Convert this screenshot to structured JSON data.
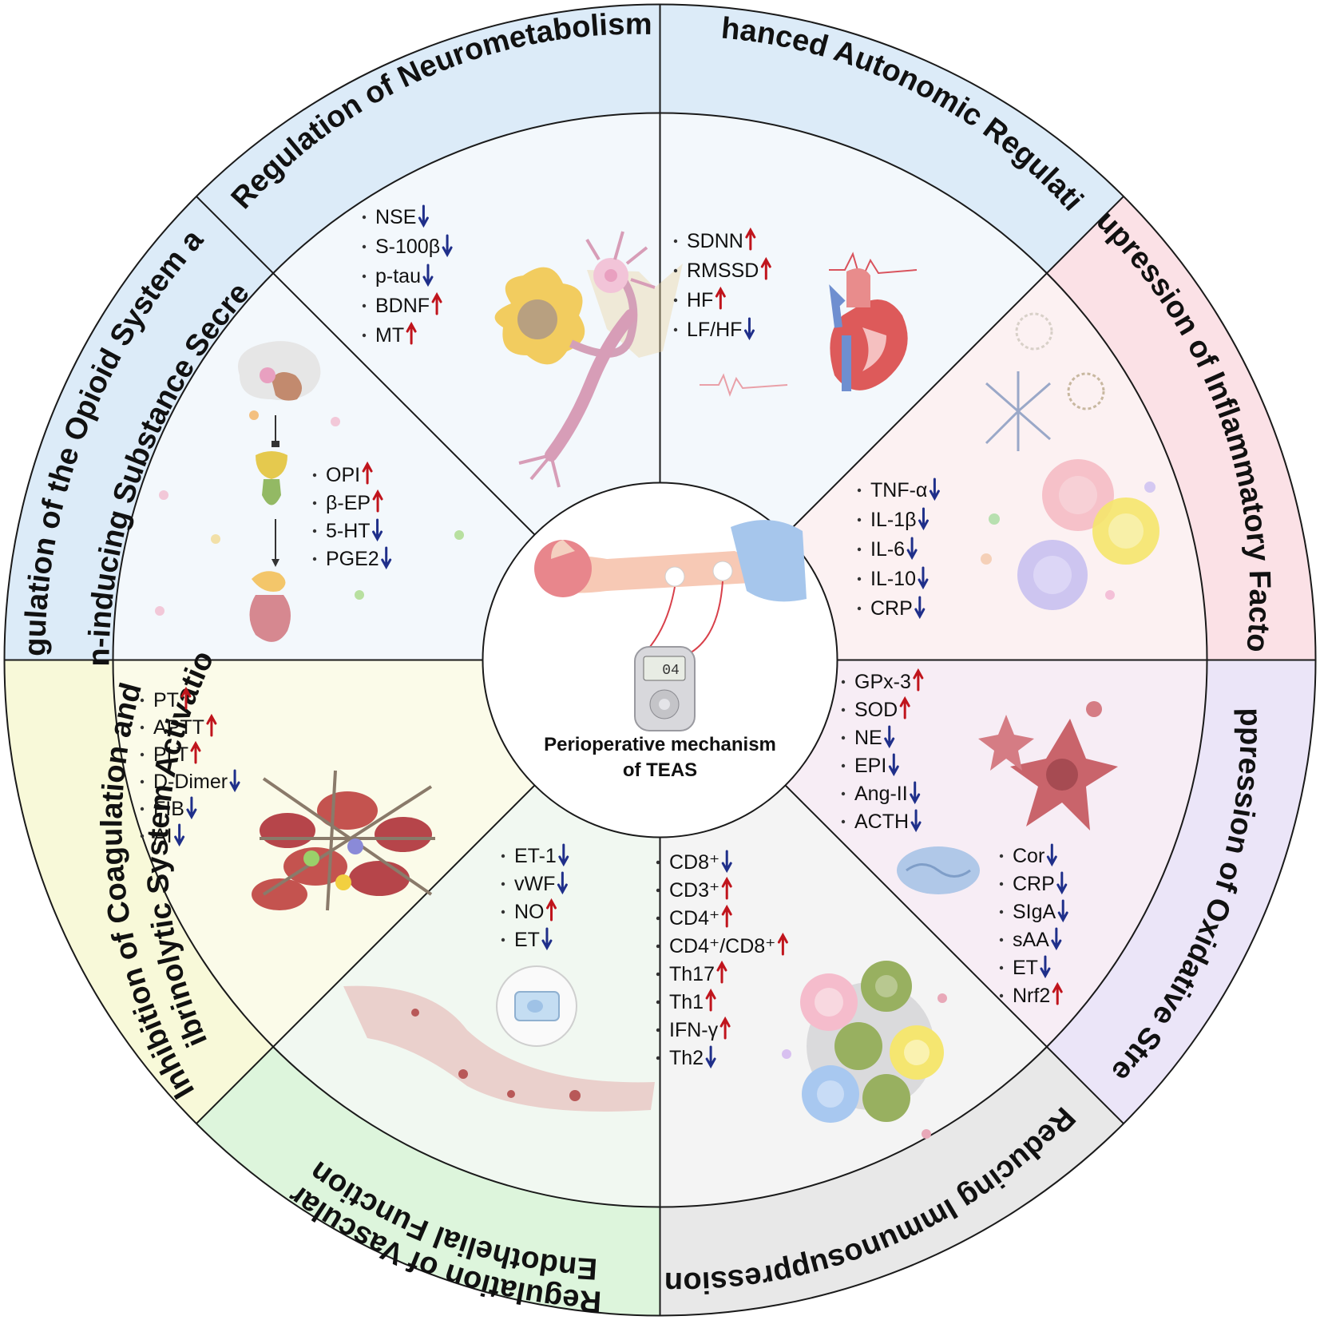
{
  "center": {
    "title_line1": "Perioperative mechanism",
    "title_line2": "of TEAS",
    "device_display": "04"
  },
  "colors": {
    "up_arrow": "#c0141c",
    "down_arrow": "#1f2f8a",
    "divider": "#1a1a1a"
  },
  "sectors": [
    {
      "id": "neurometabolism",
      "title_lines": [
        "Regulation of Neurometabolism"
      ],
      "ring_color": "#dcebf8",
      "inner_color": "#f3f8fc",
      "illustration": "neuron-icon",
      "items": [
        {
          "label": "NSE",
          "direction": "down"
        },
        {
          "label": "S-100β",
          "direction": "down"
        },
        {
          "label": "p-tau",
          "direction": "down"
        },
        {
          "label": "BDNF",
          "direction": "up"
        },
        {
          "label": "MT",
          "direction": "up"
        }
      ]
    },
    {
      "id": "autonomic",
      "title_lines": [
        "Enhanced Autonomic Regulation"
      ],
      "ring_color": "#dcebf8",
      "inner_color": "#f3f8fc",
      "illustration": "heart-icon",
      "items": [
        {
          "label": "SDNN",
          "direction": "up"
        },
        {
          "label": "RMSSD",
          "direction": "up"
        },
        {
          "label": "HF",
          "direction": "up"
        },
        {
          "label": "LF/HF",
          "direction": "down"
        }
      ]
    },
    {
      "id": "inflammatory",
      "title_lines": [
        "Supression of Inflammatory Factors"
      ],
      "ring_color": "#fbe1e6",
      "inner_color": "#fcf1f2",
      "illustration": "immune-cells-icon",
      "items": [
        {
          "label": "TNF-α",
          "direction": "down"
        },
        {
          "label": "IL-1β",
          "direction": "down"
        },
        {
          "label": "IL-6",
          "direction": "down"
        },
        {
          "label": "IL-10",
          "direction": "down"
        },
        {
          "label": "CRP",
          "direction": "down"
        }
      ]
    },
    {
      "id": "oxidative",
      "title_lines": [
        "Suppression of Oxidative Stress"
      ],
      "ring_color": "#ebe5f8",
      "inner_color": "#f7edf5",
      "illustration": "macrophage-icon",
      "items": [
        {
          "label": "GPx-3",
          "direction": "up"
        },
        {
          "label": "SOD",
          "direction": "up"
        },
        {
          "label": "NE",
          "direction": "down"
        },
        {
          "label": "EPI",
          "direction": "down"
        },
        {
          "label": "Ang-II",
          "direction": "down"
        },
        {
          "label": "ACTH",
          "direction": "down"
        }
      ],
      "items2": [
        {
          "label": "Cor",
          "direction": "down"
        },
        {
          "label": "CRP",
          "direction": "down"
        },
        {
          "label": "SIgA",
          "direction": "down"
        },
        {
          "label": "sAA",
          "direction": "down"
        },
        {
          "label": "ET",
          "direction": "down"
        },
        {
          "label": "Nrf2",
          "direction": "up"
        }
      ]
    },
    {
      "id": "immunosuppression",
      "title_lines": [
        "Reducing Immunosuppression"
      ],
      "ring_color": "#e8e8e8",
      "inner_color": "#f4f4f4",
      "illustration": "lymphocyte-cluster-icon",
      "items": [
        {
          "label": "CD8⁺",
          "direction": "down"
        },
        {
          "label": "CD3⁺",
          "direction": "up"
        },
        {
          "label": "CD4⁺",
          "direction": "up"
        },
        {
          "label": "CD4⁺/CD8⁺",
          "direction": "up"
        },
        {
          "label": "Th17",
          "direction": "up"
        },
        {
          "label": "Th1",
          "direction": "up"
        },
        {
          "label": "IFN-γ",
          "direction": "up"
        },
        {
          "label": "Th2",
          "direction": "down"
        }
      ]
    },
    {
      "id": "endothelial",
      "title_lines": [
        "Regulation of Vascular",
        "Endothelial Function"
      ],
      "ring_color": "#ddf5dc",
      "inner_color": "#f1f8f1",
      "illustration": "blood-vessel-icon",
      "items": [
        {
          "label": "ET-1",
          "direction": "down"
        },
        {
          "label": "vWF",
          "direction": "down"
        },
        {
          "label": "NO",
          "direction": "up"
        },
        {
          "label": "ET",
          "direction": "down"
        }
      ]
    },
    {
      "id": "coagulation",
      "title_lines": [
        "Inhibition of Coagulation and",
        "Fibrinolytic System Activation"
      ],
      "ring_color": "#f8f9d9",
      "inner_color": "#fbfbe9",
      "illustration": "blood-clot-icon",
      "items": [
        {
          "label": "PT",
          "direction": "up"
        },
        {
          "label": "APTT",
          "direction": "up"
        },
        {
          "label": "PLT",
          "direction": "up"
        },
        {
          "label": "D-Dimer",
          "direction": "down"
        },
        {
          "label": "FIB",
          "direction": "down"
        },
        {
          "label": "AI",
          "direction": "down"
        }
      ]
    },
    {
      "id": "opioid",
      "title_lines": [
        "Regulation of the Opioid System and",
        "Pain-inducing Substance Secretion"
      ],
      "ring_color": "#dcebf8",
      "inner_color": "#f3f8fc",
      "illustration": "brain-pituitary-adrenal-icon",
      "items": [
        {
          "label": "OPI",
          "direction": "up"
        },
        {
          "label": "β-EP",
          "direction": "up"
        },
        {
          "label": "5-HT",
          "direction": "down"
        },
        {
          "label": "PGE2",
          "direction": "down"
        }
      ]
    }
  ]
}
